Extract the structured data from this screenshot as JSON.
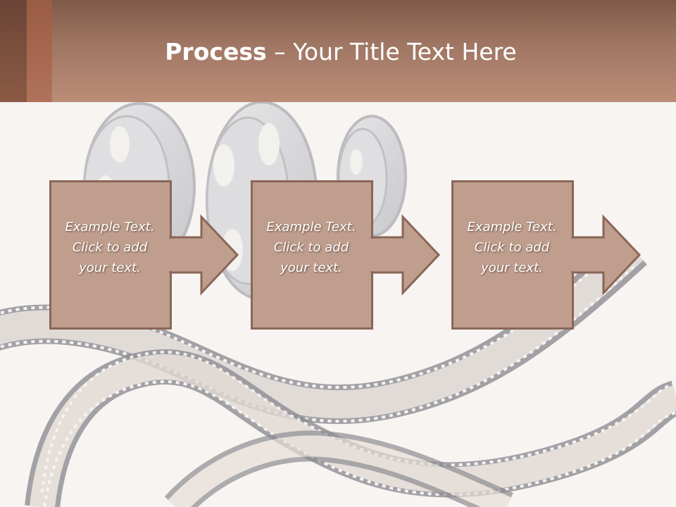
{
  "title": {
    "bold_part": "Process",
    "rest": " – Your Title Text Here"
  },
  "steps": [
    {
      "text": "Example Text.\nClick  to add\nyour text."
    },
    {
      "text": "Example Text.\nClick  to add\nyour text."
    },
    {
      "text": "Example Text.\nClick  to add\nyour text."
    }
  ],
  "colors": {
    "header": "#a07764",
    "box_fill": "#bf9e8d",
    "box_border": "#8a6657",
    "background": "#f7f4f1"
  },
  "icons": [
    "film-reel-icon",
    "film-strip-icon",
    "right-arrow-icon"
  ]
}
